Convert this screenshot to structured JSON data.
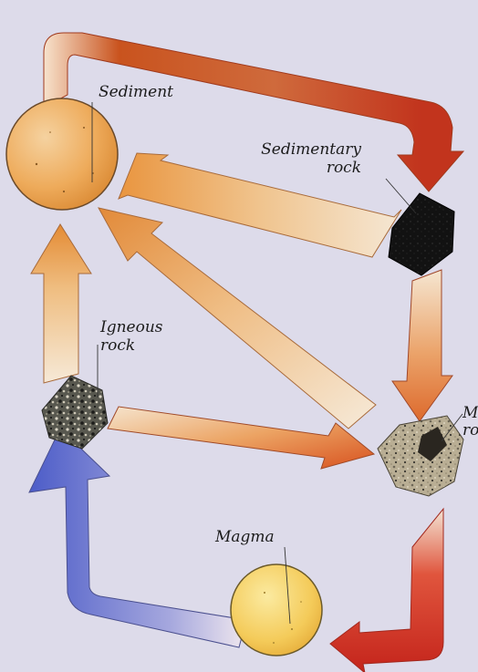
{
  "labels": {
    "sediment": "Sediment",
    "sedimentary_line1": "Sedimentary",
    "sedimentary_line2": "rock",
    "igneous_line1": "Igneous",
    "igneous_line2": "rock",
    "metamorphic_line1": "M",
    "metamorphic_line2": "ro",
    "magma": "Magma"
  },
  "colors": {
    "background": "#dddbea",
    "sediment_ball": "#efa34a",
    "magma_ball": "#f2cb5a",
    "sedimentary_rock": "#121212",
    "igneous_rock": "#4a4a46",
    "metamorphic_rock": "#a69b82",
    "arrow_red": "#c8271a",
    "arrow_orange": "#e8822f",
    "arrow_blue": "#4c5cc8"
  }
}
